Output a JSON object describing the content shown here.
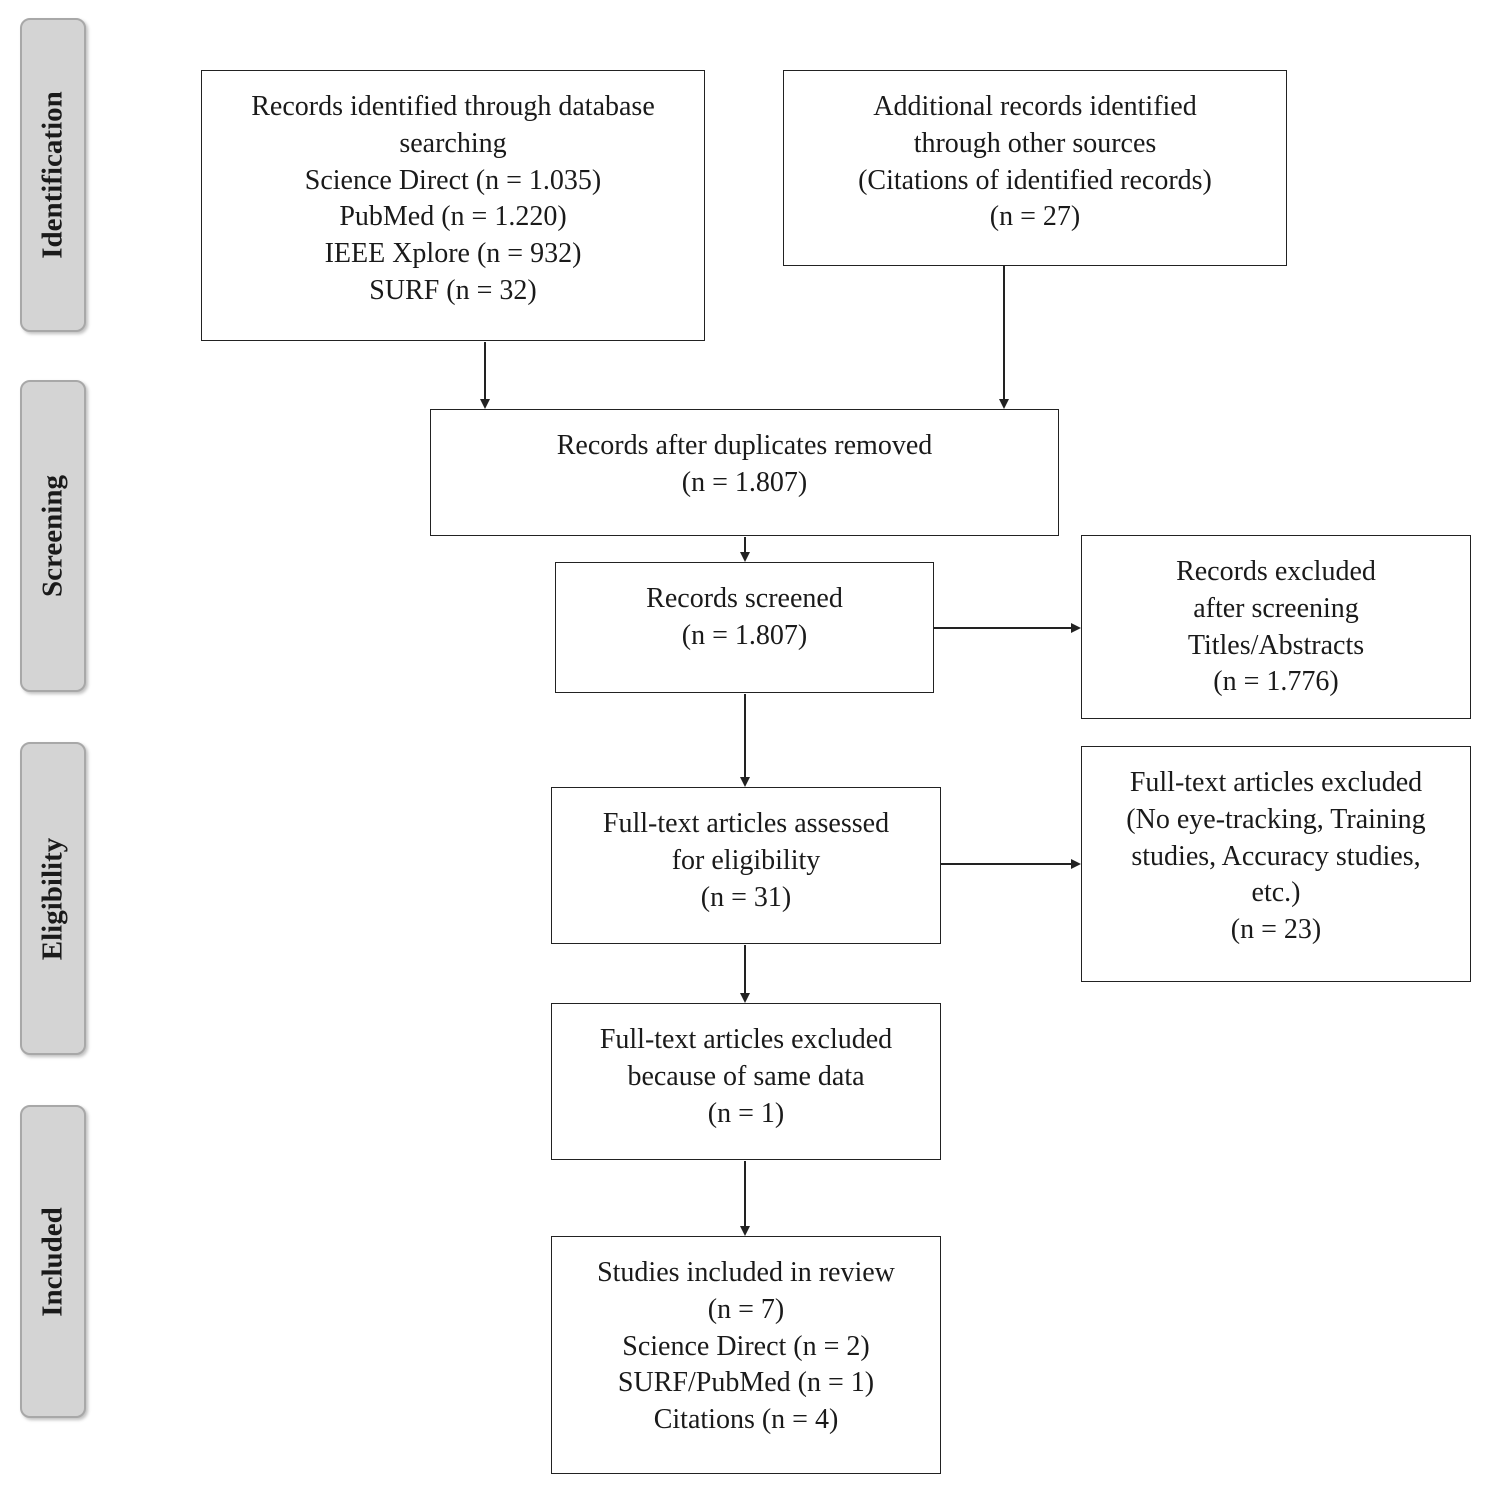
{
  "stages": [
    {
      "id": "identification",
      "label": "Identification"
    },
    {
      "id": "screening",
      "label": "Screening"
    },
    {
      "id": "eligibility",
      "label": "Eligibility"
    },
    {
      "id": "included",
      "label": "Included"
    }
  ],
  "boxes": {
    "database_search": {
      "lines": [
        "Records identified through database",
        "searching",
        "Science Direct (n = 1.035)",
        "PubMed (n = 1.220)",
        "IEEE Xplore (n = 932)",
        "SURF (n = 32)"
      ]
    },
    "other_sources": {
      "lines": [
        "Additional records identified",
        "through other sources",
        "(Citations of identified records)",
        "(n = 27)"
      ]
    },
    "duplicates_removed": {
      "lines": [
        "Records after duplicates removed",
        "(n = 1.807)"
      ]
    },
    "screened": {
      "lines": [
        "Records screened",
        "(n = 1.807)"
      ]
    },
    "excluded_screening": {
      "lines": [
        "Records excluded",
        "after screening",
        "Titles/Abstracts",
        "(n = 1.776)"
      ]
    },
    "fulltext_assessed": {
      "lines": [
        "Full-text articles assessed",
        "for eligibility",
        "(n = 31)"
      ]
    },
    "fulltext_excluded": {
      "lines": [
        "Full-text articles excluded",
        "(No eye-tracking, Training",
        "studies, Accuracy studies,",
        "etc.)",
        "(n = 23)"
      ]
    },
    "same_data_excluded": {
      "lines": [
        "Full-text articles excluded",
        "because of same data",
        "(n = 1)"
      ]
    },
    "included_review": {
      "lines": [
        "Studies included in review",
        "(n = 7)",
        "Science Direct (n = 2)",
        "SURF/PubMed (n = 1)",
        "Citations (n = 4)"
      ]
    }
  },
  "colors": {
    "stage_fill": "#d4d4d4",
    "stage_border": "#a8a8a8",
    "box_border": "#222222",
    "arrow": "#222222"
  }
}
